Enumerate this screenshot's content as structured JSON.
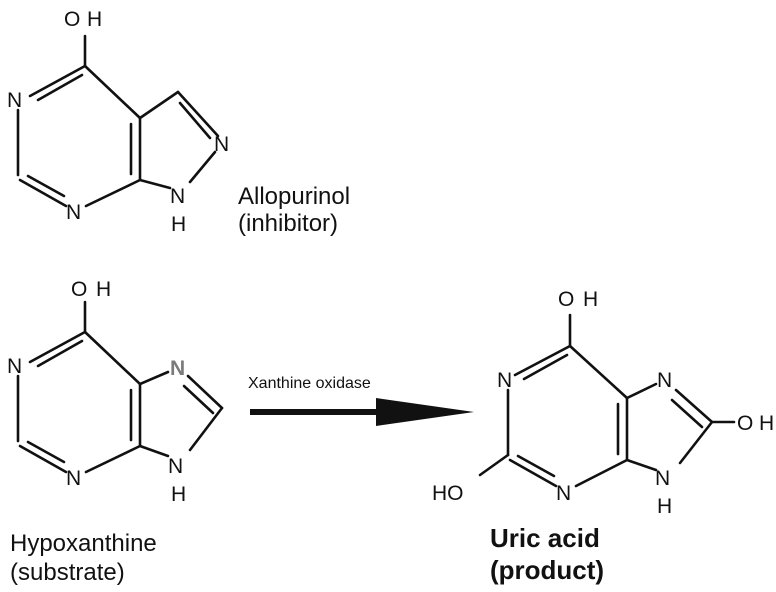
{
  "molecules": {
    "allopurinol": {
      "name": "Allopurinol",
      "role": "(inhibitor)"
    },
    "hypoxanthine": {
      "name": "Hypoxanthine",
      "role": "(substrate)"
    },
    "uric_acid": {
      "name": "Uric acid",
      "role": "(product)"
    }
  },
  "arrow": {
    "label": "Xanthine oxidase"
  },
  "atoms": {
    "oh": "OH",
    "o": "O",
    "h": "H",
    "n": "N",
    "ho": "HO"
  },
  "colors": {
    "ink": "#111111",
    "highlight_nitrogen": "#7a7a7a"
  }
}
